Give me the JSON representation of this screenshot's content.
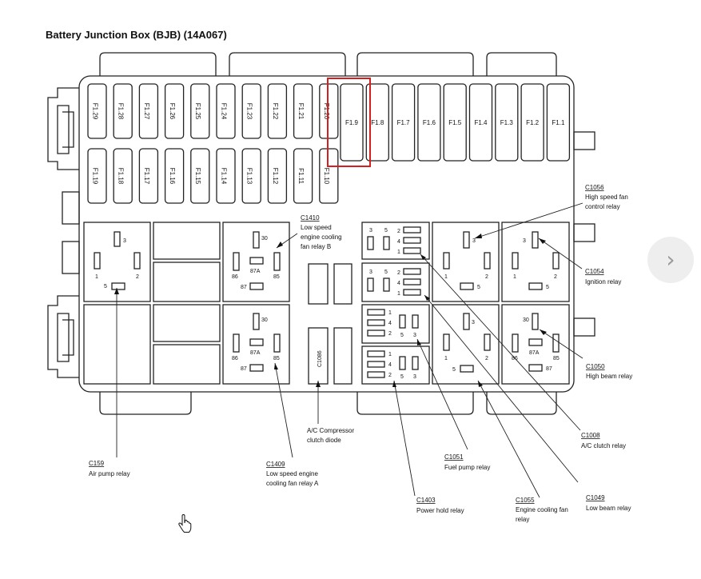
{
  "title": "Battery Junction Box (BJB) (14A067)",
  "highlight_color": "#d62020",
  "fuses_top": [
    "F1.29",
    "F1.28",
    "F1.27",
    "F1.26",
    "F1.25",
    "F1.24",
    "F1.23",
    "F1.22",
    "F1.21",
    "F1.20"
  ],
  "fuses_top_right": [
    "F1.9",
    "F1.8",
    "F1.7",
    "F1.6",
    "F1.5",
    "F1.4",
    "F1.3",
    "F1.2",
    "F1.1"
  ],
  "fuses_bottom": [
    "F1.19",
    "F1.18",
    "F1.17",
    "F1.16",
    "F1.15",
    "F1.14",
    "F1.13",
    "F1.12",
    "F1.11",
    "F1.10"
  ],
  "highlighted_fuse": "F1.9",
  "diode_label": "C1086",
  "pins": {
    "p1": "1",
    "p2": "2",
    "p3": "3",
    "p4": "4",
    "p5": "5",
    "p30": "30",
    "p85": "85",
    "p86": "86",
    "p87": "87",
    "p87a": "87A"
  },
  "callouts": {
    "c1410": {
      "code": "C1410",
      "desc": [
        "Low speed",
        "engine cooling",
        "fan relay B"
      ]
    },
    "c1056": {
      "code": "C1056",
      "desc": [
        "High speed fan",
        "control relay"
      ]
    },
    "c1054": {
      "code": "C1054",
      "desc": [
        "Ignition relay"
      ]
    },
    "c1050": {
      "code": "C1050",
      "desc": [
        "High beam relay"
      ]
    },
    "c1008": {
      "code": "C1008",
      "desc": [
        "A/C clutch relay"
      ]
    },
    "c1049": {
      "code": "C1049",
      "desc": [
        "Low beam relay"
      ]
    },
    "c1055": {
      "code": "C1055",
      "desc": [
        "Engine cooling fan",
        "relay"
      ]
    },
    "c1051": {
      "code": "C1051",
      "desc": [
        "Fuel pump relay"
      ]
    },
    "c1403": {
      "code": "C1403",
      "desc": [
        "Power hold relay"
      ]
    },
    "c1409": {
      "code": "C1409",
      "desc": [
        "Low speed engine",
        "cooling fan relay A"
      ]
    },
    "c159": {
      "code": "C159",
      "desc": [
        "Air pump relay"
      ]
    },
    "acdiode": {
      "code": "",
      "desc": [
        "A/C Compressor",
        "clutch diode"
      ]
    }
  },
  "nav": {
    "next_icon": "chevron-right-icon",
    "next_glyph": "›"
  },
  "cursor_icon": "hand-pointer-icon"
}
